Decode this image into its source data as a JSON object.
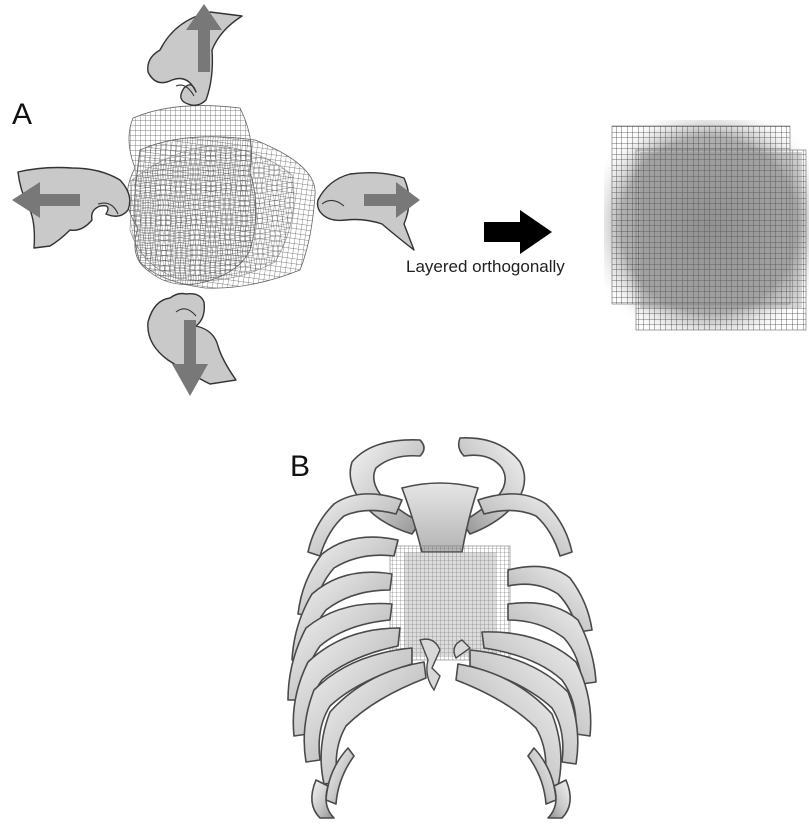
{
  "panels": [
    {
      "id": "A",
      "label": "A"
    },
    {
      "id": "B",
      "label": "B"
    }
  ],
  "caption": "Layered orthogonally",
  "colors": {
    "mesh": "#555555",
    "pull_arrow": "#787878",
    "hand_fill": "#c9c9c9",
    "result_arrow": "#000000"
  },
  "icons": [
    "hand-pull-up",
    "hand-pull-left",
    "hand-pull-right",
    "hand-pull-down",
    "right-arrow"
  ]
}
